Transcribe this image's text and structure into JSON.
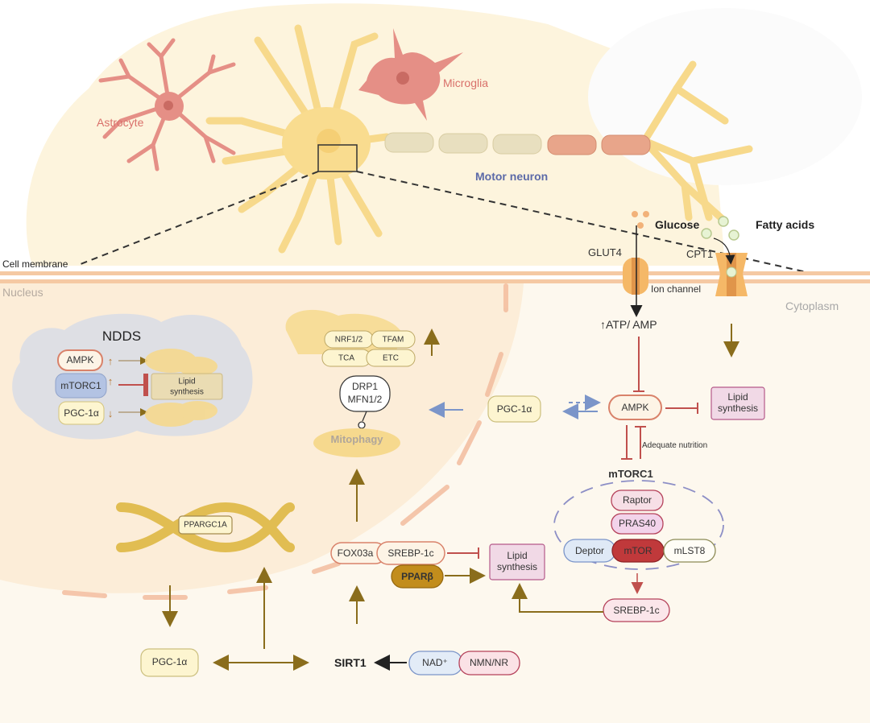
{
  "cells": {
    "astrocyte": "Astrocyte",
    "microglia": "Microglia",
    "motor_neuron": "Motor neuron"
  },
  "membrane": {
    "cell_membrane": "Cell membrane",
    "nucleus": "Nucleus",
    "cytoplasm": "Cytoplasm",
    "ion_channel": "Ion channel"
  },
  "transport": {
    "glucose": "Glucose",
    "fatty_acids": "Fatty acids",
    "glut4": "GLUT4",
    "cpt1": "CPT1",
    "atp_amp": "↑ATP/ AMP"
  },
  "ndds": {
    "title": "NDDS",
    "items": [
      {
        "label": "AMPK",
        "trend": "↑"
      },
      {
        "label": "mTORC1",
        "trend": "↑"
      },
      {
        "label": "PGC-1α",
        "trend": "↓"
      }
    ],
    "lipid": "Lipid synthesis"
  },
  "mito": {
    "nrf": "NRF1/2",
    "tfam": "TFAM",
    "tca": "TCA",
    "etc": "ETC",
    "drp1": "DRP1",
    "mfn": "MFN1/2",
    "mitophagy": "Mitophagy"
  },
  "pathway": {
    "pgc_mid": "PGC-1α",
    "ampk": "AMPK",
    "lipid_right": "Lipid synthesis",
    "adequate": "Adequate nutrition",
    "mtorc1": "mTORC1",
    "raptor": "Raptor",
    "pras40": "PRAS40",
    "deptor": "Deptor",
    "mtor": "mTOR",
    "mlst8": "mLST8",
    "srebp_right": "SREBP-1c",
    "foxo": "FOX03a",
    "srebp_mid": "SREBP-1c",
    "ppar": "PPARβ",
    "lipid_mid": "Lipid synthesis",
    "ppargc1a": "PPARGC1A",
    "pgc_bottom": "PGC-1α",
    "sirt1": "SIRT1",
    "nad": "NAD⁺",
    "nmn": "NMN/NR"
  },
  "colors": {
    "arrow_gold": "#8a6d1c",
    "inhibit_red": "#c0504d",
    "arrow_blue": "#7b95c9",
    "membrane": "#f5c9a3",
    "mtor": "#c0393b"
  }
}
